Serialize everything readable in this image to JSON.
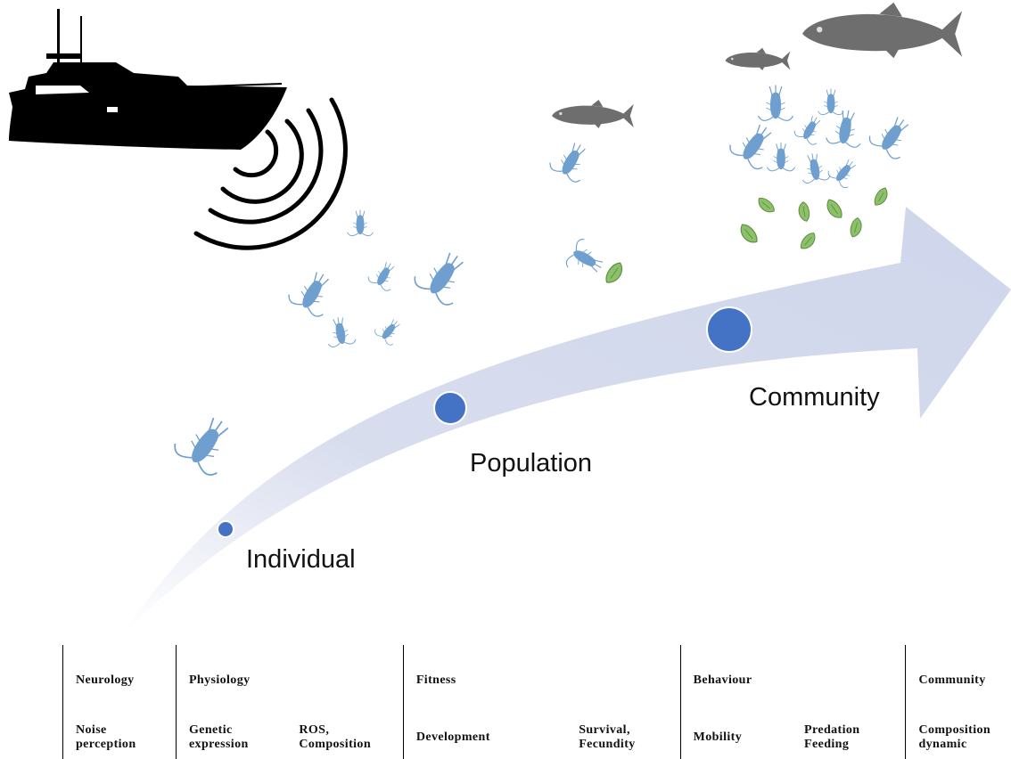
{
  "stages": [
    {
      "label": "Individual"
    },
    {
      "label": "Population"
    },
    {
      "label": "Community"
    }
  ],
  "table": {
    "categories": [
      "Neurology",
      "Physiology",
      "Fitness",
      "Behaviour",
      "Community"
    ],
    "endpoints": [
      {
        "line1": "Noise",
        "line2": "perception"
      },
      {
        "line1": "Genetic",
        "line2": "expression"
      },
      {
        "line1": "ROS,",
        "line2": "Composition"
      },
      {
        "line1": "Development",
        "line2": ""
      },
      {
        "line1": "Survival,",
        "line2": "Fecundity"
      },
      {
        "line1": "Mobility",
        "line2": ""
      },
      {
        "line1": "Predation",
        "line2": "Feeding"
      },
      {
        "line1": "Composition",
        "line2": "dynamic"
      }
    ]
  },
  "colors": {
    "arrow": "#d3d9ec",
    "node": "#4472c4",
    "zooplankton": "#6f9fcf",
    "phytoplankton": "#8cc06a",
    "fish": "#6e6e6e",
    "boat": "#000000"
  }
}
